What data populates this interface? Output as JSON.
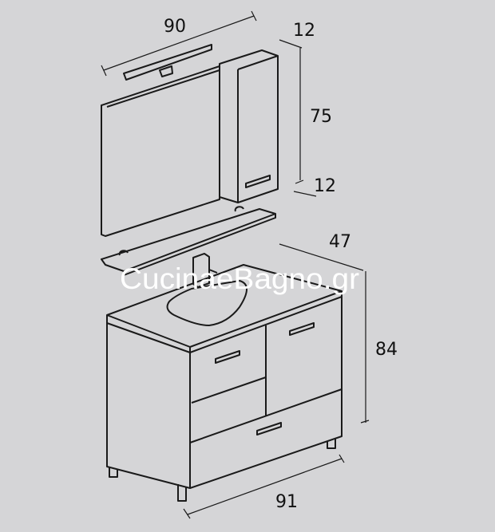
{
  "dimensions": {
    "mirror_width": "90",
    "cabinet_depth": "12",
    "cabinet_height": "75",
    "shelf_depth": "12",
    "vanity_depth": "47",
    "vanity_height": "84",
    "vanity_width": "91"
  },
  "watermark": "CucinaeBagno.gr",
  "colors": {
    "background": "#d5d5d7",
    "line": "#1a1a1a"
  }
}
